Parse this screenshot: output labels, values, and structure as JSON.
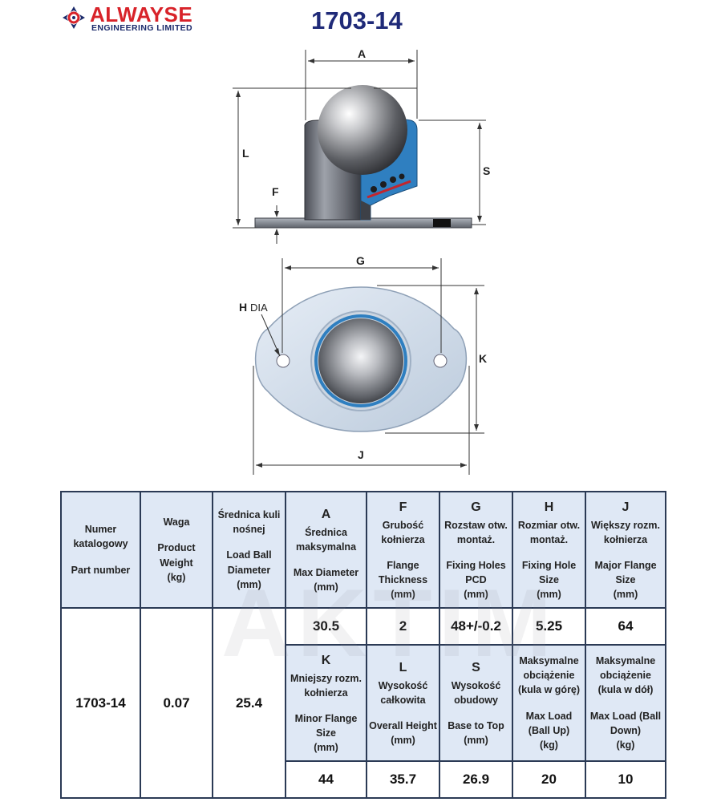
{
  "logo": {
    "name": "ALWAYSE",
    "subtitle": "ENGINEERING LIMITED",
    "colors": {
      "red": "#d8232a",
      "navy": "#1b2a6b"
    }
  },
  "title": "1703-14",
  "drawing": {
    "side_view_labels": {
      "a": "A",
      "l": "L",
      "f": "F",
      "s": "S"
    },
    "top_view_labels": {
      "g": "G",
      "h": "H",
      "h_dia": "DIA",
      "k": "K",
      "j": "J"
    }
  },
  "watermark": "AKTIM",
  "table": {
    "headers": {
      "part": {
        "pl": "Numer katalogowy",
        "en": "Part number"
      },
      "weight": {
        "pl": "Waga",
        "en": "Product Weight",
        "unit": "(kg)"
      },
      "ball": {
        "pl": "Średnica kuli nośnej",
        "en": "Load Ball Diameter",
        "unit": "(mm)"
      },
      "a": {
        "letter": "A",
        "pl": "Średnica maksymalna",
        "en": "Max Diameter",
        "unit": "(mm)"
      },
      "f": {
        "letter": "F",
        "pl": "Grubość kołnierza",
        "en": "Flange Thickness",
        "unit": "(mm)"
      },
      "g": {
        "letter": "G",
        "pl": "Rozstaw otw. montaż.",
        "en": "Fixing Holes PCD",
        "unit": "(mm)"
      },
      "h": {
        "letter": "H",
        "pl": "Rozmiar otw. montaż.",
        "en": "Fixing Hole Size",
        "unit": "(mm)"
      },
      "j": {
        "letter": "J",
        "pl": "Większy rozm. kołnierza",
        "en": "Major Flange Size",
        "unit": "(mm)"
      },
      "k": {
        "letter": "K",
        "pl": "Mniejszy rozm. kołnierza",
        "en": "Minor Flange Size",
        "unit": "(mm)"
      },
      "l": {
        "letter": "L",
        "pl": "Wysokość całkowita",
        "en": "Overall Height",
        "unit": "(mm)"
      },
      "s": {
        "letter": "S",
        "pl": "Wysokość obudowy",
        "en": "Base to Top",
        "unit": "(mm)"
      },
      "max_up": {
        "pl": "Maksymalne obciążenie (kula w górę)",
        "en": "Max Load (Ball Up)",
        "unit": "(kg)"
      },
      "max_down": {
        "pl": "Maksymalne obciążenie (kula w dół)",
        "en": "Max Load (Ball Down)",
        "unit": "(kg)"
      }
    },
    "values": {
      "part": "1703-14",
      "weight": "0.07",
      "ball": "25.4",
      "a": "30.5",
      "f": "2",
      "g": "48+/-0.2",
      "h": "5.25",
      "j": "64",
      "k": "44",
      "l": "35.7",
      "s": "26.9",
      "max_up": "20",
      "max_down": "10"
    }
  }
}
